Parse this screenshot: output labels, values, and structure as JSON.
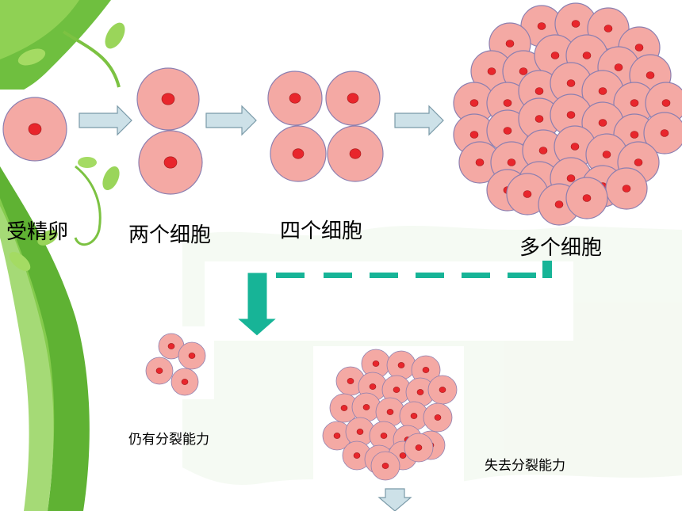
{
  "labels": {
    "fertilized_egg": "受精卵",
    "two_cells": "两个细胞",
    "four_cells": "四个细胞",
    "many_cells": "多个细胞",
    "can_divide": "仍有分裂能力",
    "cannot_divide": "失去分裂能力"
  },
  "colors": {
    "cell_fill": "#f4a9a4",
    "cell_stroke": "#8c7fb0",
    "nucleus_fill": "#e8262c",
    "arrow_fill": "#cde1e8",
    "arrow_stroke": "#7a9aa8",
    "teal": "#17b497",
    "leaf_green": "#7cc242"
  }
}
